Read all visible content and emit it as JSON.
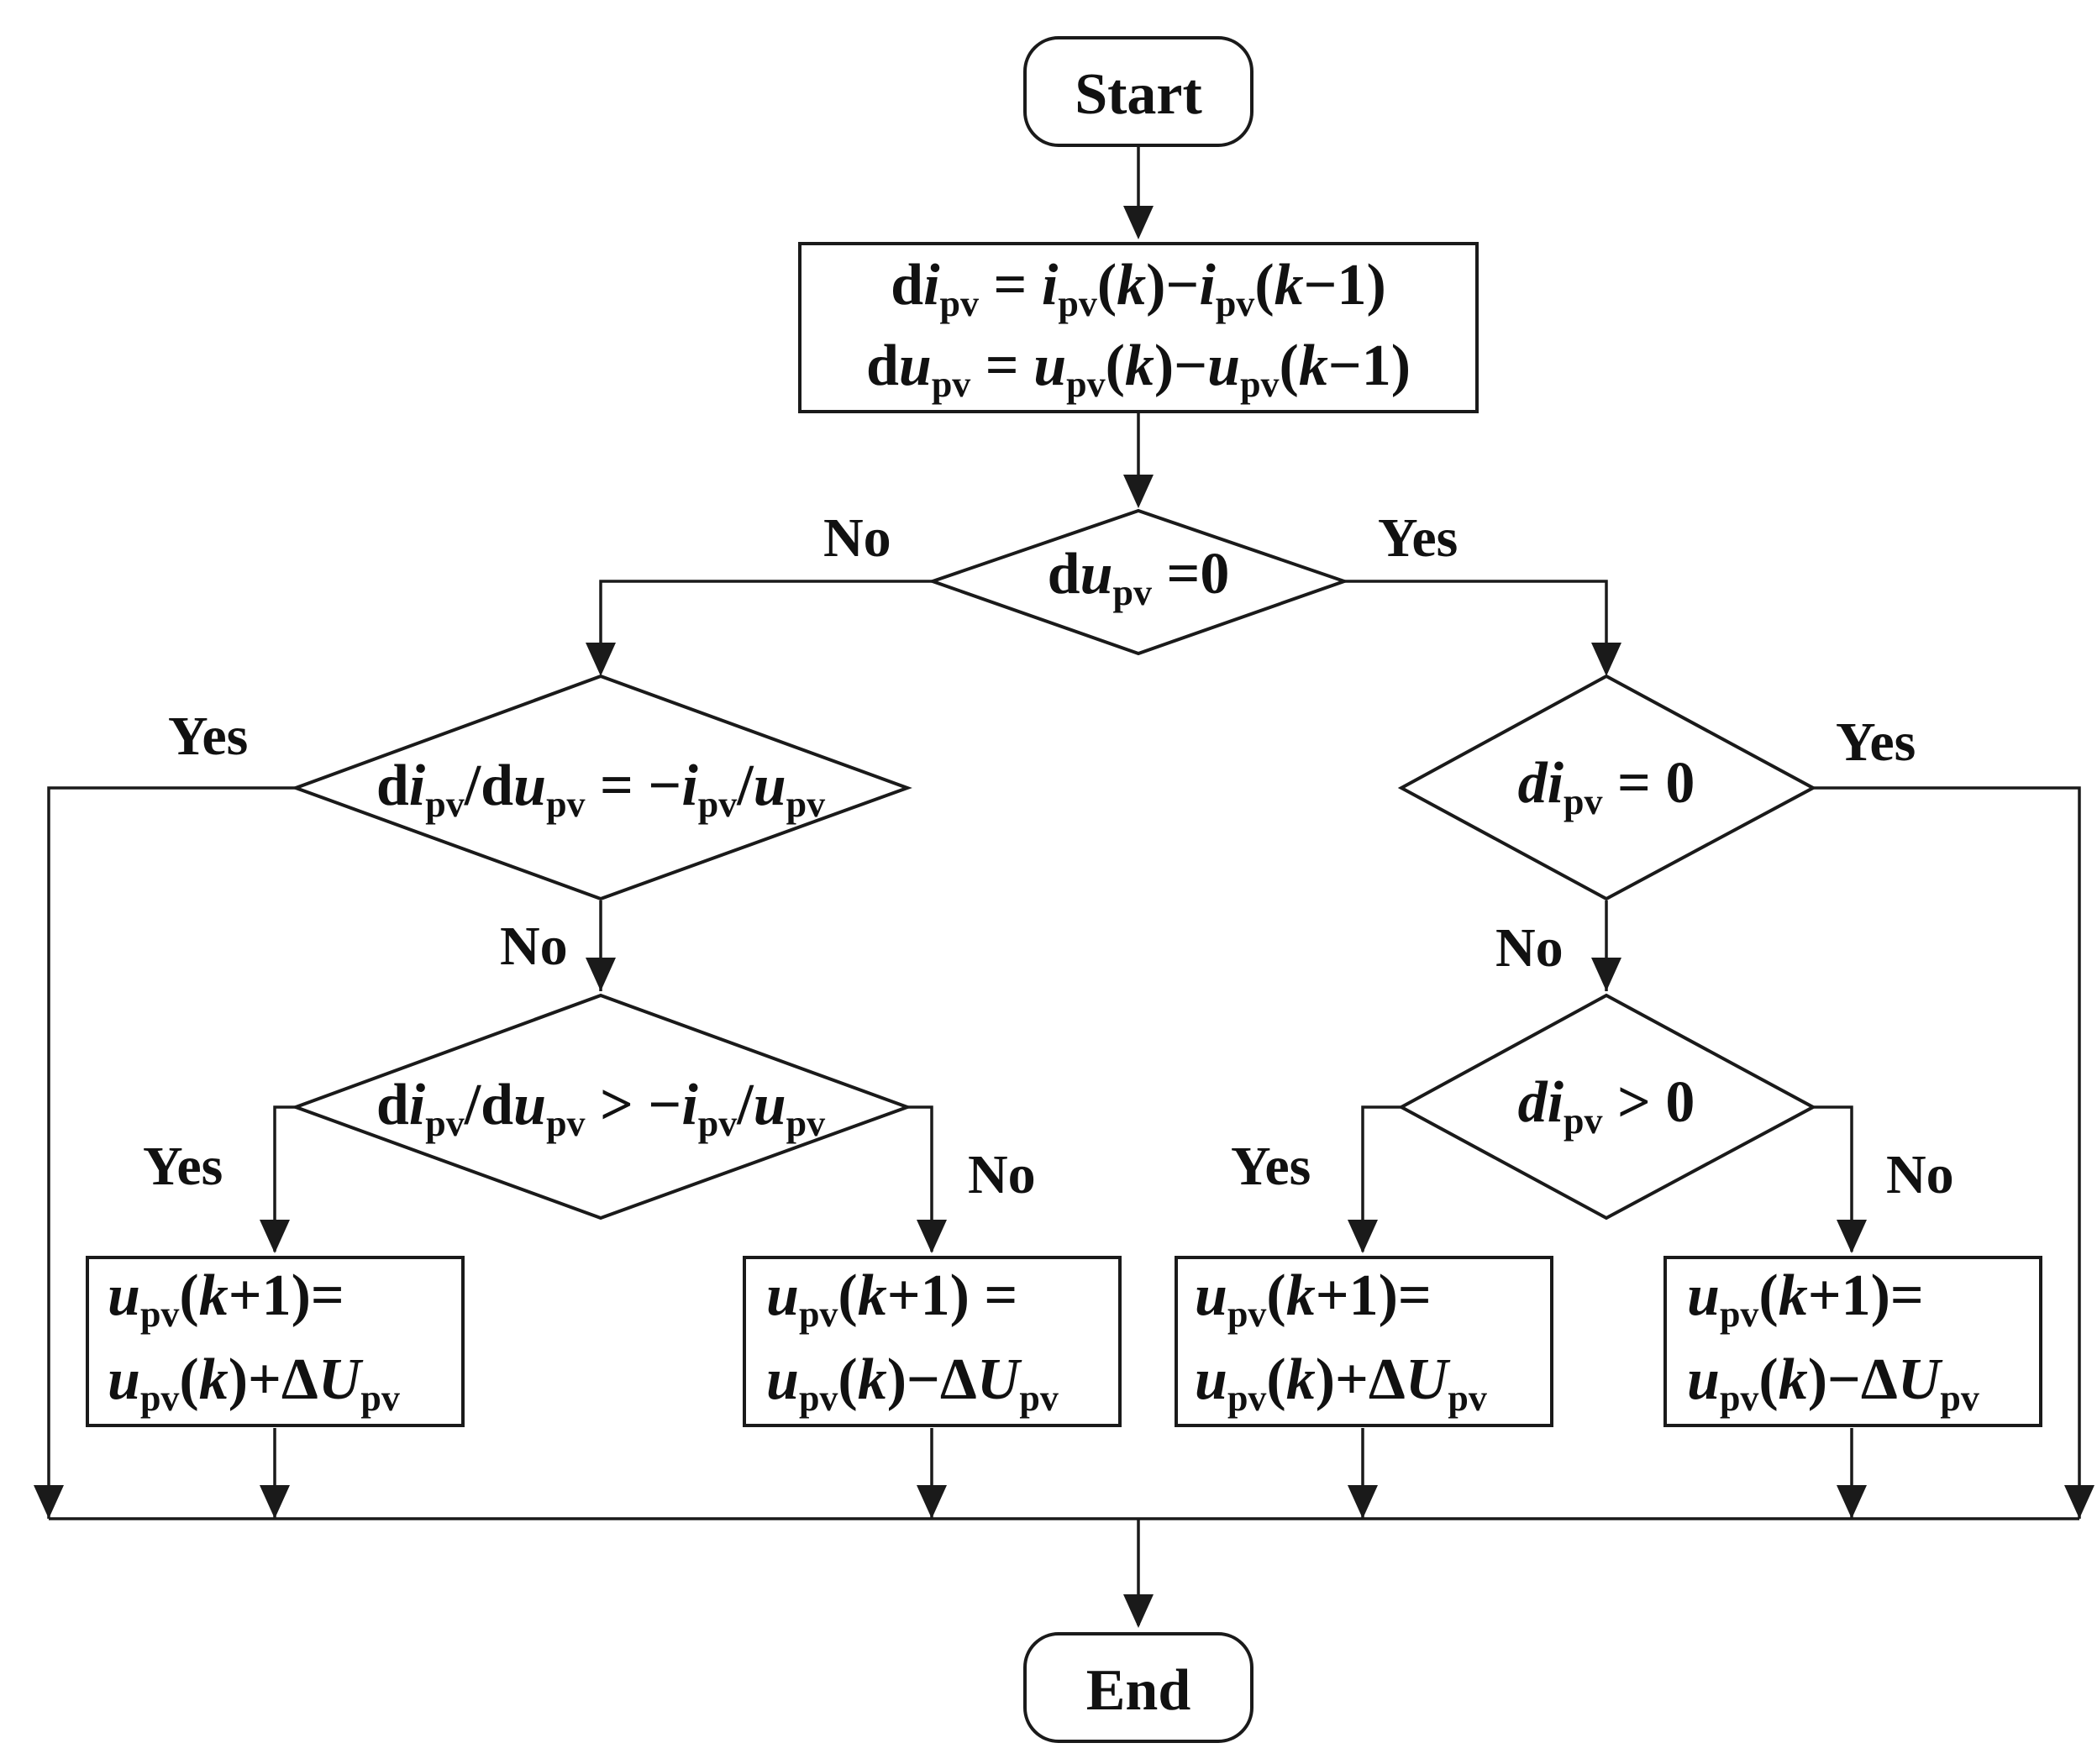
{
  "start": "Start",
  "end": "End",
  "calc": {
    "line1": {
      "a": "d",
      "b": "i",
      "c": "pv",
      "d": " = ",
      "e": "i",
      "f": "pv",
      "g": "(",
      "h": "k",
      "i": ")−",
      "j": "i",
      "k": "pv",
      "l": "(",
      "m": "k",
      "n": "−1)"
    },
    "line2": {
      "a": "d",
      "b": "u",
      "c": "pv",
      "d": " = ",
      "e": "u",
      "f": "pv",
      "g": "(",
      "h": "k",
      "i": ")−",
      "j": "u",
      "k": "pv",
      "l": "(",
      "m": "k",
      "n": "−1)"
    }
  },
  "decision_du": {
    "a": "d",
    "b": "u",
    "c": "pv",
    "d": " =0"
  },
  "decision_left1": {
    "a": "d",
    "b": "i",
    "c": "pv",
    "d": "/d",
    "e": "u",
    "f": "pv",
    "g": " = −",
    "h": "i",
    "i": "pv",
    "j": "/",
    "k": "u",
    "l": "pv"
  },
  "decision_left2": {
    "a": "d",
    "b": "i",
    "c": "pv",
    "d": "/d",
    "e": "u",
    "f": "pv",
    "g": " > −",
    "h": "i",
    "i": "pv",
    "j": "/",
    "k": "u",
    "l": "pv"
  },
  "decision_right1": {
    "a": "di",
    "b": "pv",
    "c": " = 0"
  },
  "decision_right2": {
    "a": "di",
    "b": "pv",
    "c": " > 0"
  },
  "boxes": [
    {
      "l1a": "u",
      "l1b": "pv",
      "l1c": "(",
      "l1d": "k",
      "l1e": "+1)=",
      "l2a": "u",
      "l2b": "pv",
      "l2c": "(",
      "l2d": "k",
      "l2e": ")+Δ",
      "l2f": "U",
      "l2g": "pv"
    },
    {
      "l1a": "u",
      "l1b": "pv",
      "l1c": "(",
      "l1d": "k",
      "l1e": "+1) =",
      "l2a": "u",
      "l2b": "pv",
      "l2c": "(",
      "l2d": "k",
      "l2e": ")−Δ",
      "l2f": "U",
      "l2g": "pv"
    },
    {
      "l1a": "u",
      "l1b": "pv",
      "l1c": "(",
      "l1d": "k",
      "l1e": "+1)=",
      "l2a": "u",
      "l2b": "pv",
      "l2c": "(",
      "l2d": "k",
      "l2e": ")+Δ",
      "l2f": "U",
      "l2g": "pv"
    },
    {
      "l1a": "u",
      "l1b": "pv",
      "l1c": "(",
      "l1d": "k",
      "l1e": "+1)=",
      "l2a": "u",
      "l2b": "pv",
      "l2c": "(",
      "l2d": "k",
      "l2e": ")−Δ",
      "l2f": "U",
      "l2g": "pv"
    }
  ],
  "labels": {
    "no_du": "No",
    "yes_du": "Yes",
    "yes_left1": "Yes",
    "no_left1": "No",
    "yes_left2": "Yes",
    "no_left2": "No",
    "yes_right1": "Yes",
    "no_right1": "No",
    "yes_right2": "Yes",
    "no_right2": "No"
  }
}
